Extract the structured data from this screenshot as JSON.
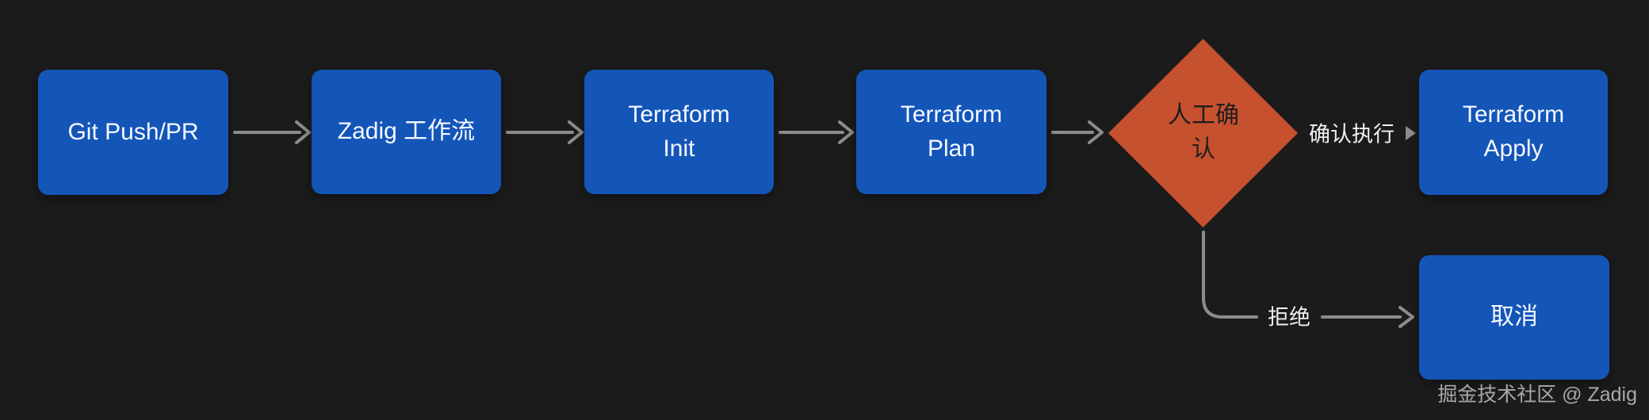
{
  "diagram": {
    "type": "flowchart",
    "background": "#1b1b1b",
    "colors": {
      "node_fill": "#1455b8",
      "node_text": "#f5f9ff",
      "decision_fill": "#c6512f",
      "decision_text": "#1e1e1e",
      "edge": "#8c8c8c",
      "edge_label_text": "#f0f0f0",
      "watermark_text": "#a8a8a8"
    },
    "nodes": {
      "git": {
        "label": "Git Push/PR",
        "shape": "rect"
      },
      "zadig": {
        "label": "Zadig 工作流",
        "shape": "rect"
      },
      "init": {
        "label": "Terraform\nInit",
        "shape": "rect"
      },
      "plan": {
        "label": "Terraform\nPlan",
        "shape": "rect"
      },
      "confirm": {
        "label": "人工确\n认",
        "shape": "diamond"
      },
      "apply": {
        "label": "Terraform\nApply",
        "shape": "rect"
      },
      "cancel": {
        "label": "取消",
        "shape": "rect"
      }
    },
    "edges": [
      {
        "from": "git",
        "to": "zadig",
        "label": ""
      },
      {
        "from": "zadig",
        "to": "init",
        "label": ""
      },
      {
        "from": "init",
        "to": "plan",
        "label": ""
      },
      {
        "from": "plan",
        "to": "confirm",
        "label": ""
      },
      {
        "from": "confirm",
        "to": "apply",
        "label": "确认执行"
      },
      {
        "from": "confirm",
        "to": "cancel",
        "label": "拒绝"
      }
    ],
    "edge_labels": {
      "confirm": "确认执行",
      "reject": "拒绝"
    },
    "watermark": "掘金技术社区 @ Zadig"
  }
}
